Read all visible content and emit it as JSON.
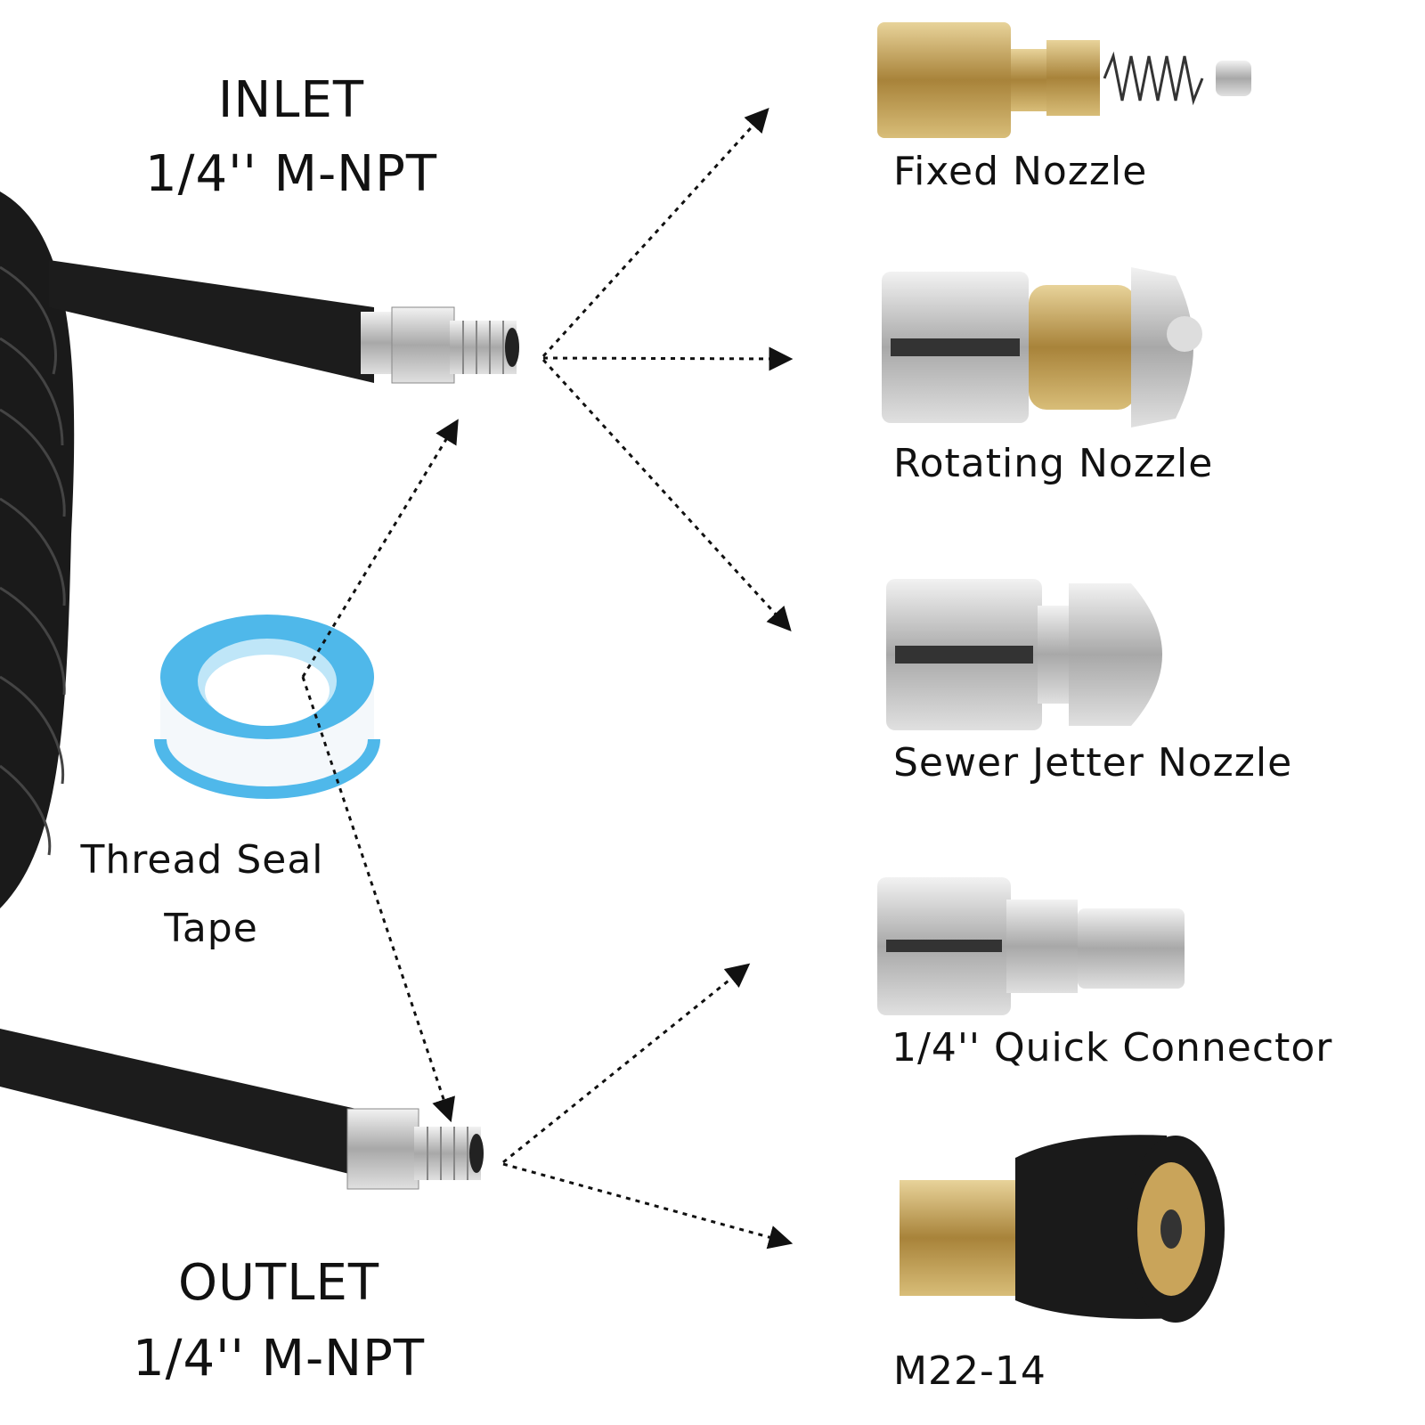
{
  "inlet": {
    "title": "INLET",
    "spec": "1/4'' M-NPT"
  },
  "outlet": {
    "title": "OUTLET",
    "spec": "1/4'' M-NPT"
  },
  "tape": {
    "line1": "Thread Seal",
    "line2": "Tape"
  },
  "accessories": [
    {
      "label": "Fixed Nozzle"
    },
    {
      "label": "Rotating Nozzle"
    },
    {
      "label": "Sewer Jetter Nozzle"
    },
    {
      "label": "1/4'' Quick Connector"
    },
    {
      "label": "M22-14"
    }
  ],
  "colors": {
    "hose": "#1a1a1a",
    "brass": "#c9a45a",
    "steel": "#c8c8c8",
    "tape_blue": "#4fb8ea",
    "arrow": "#111111"
  }
}
